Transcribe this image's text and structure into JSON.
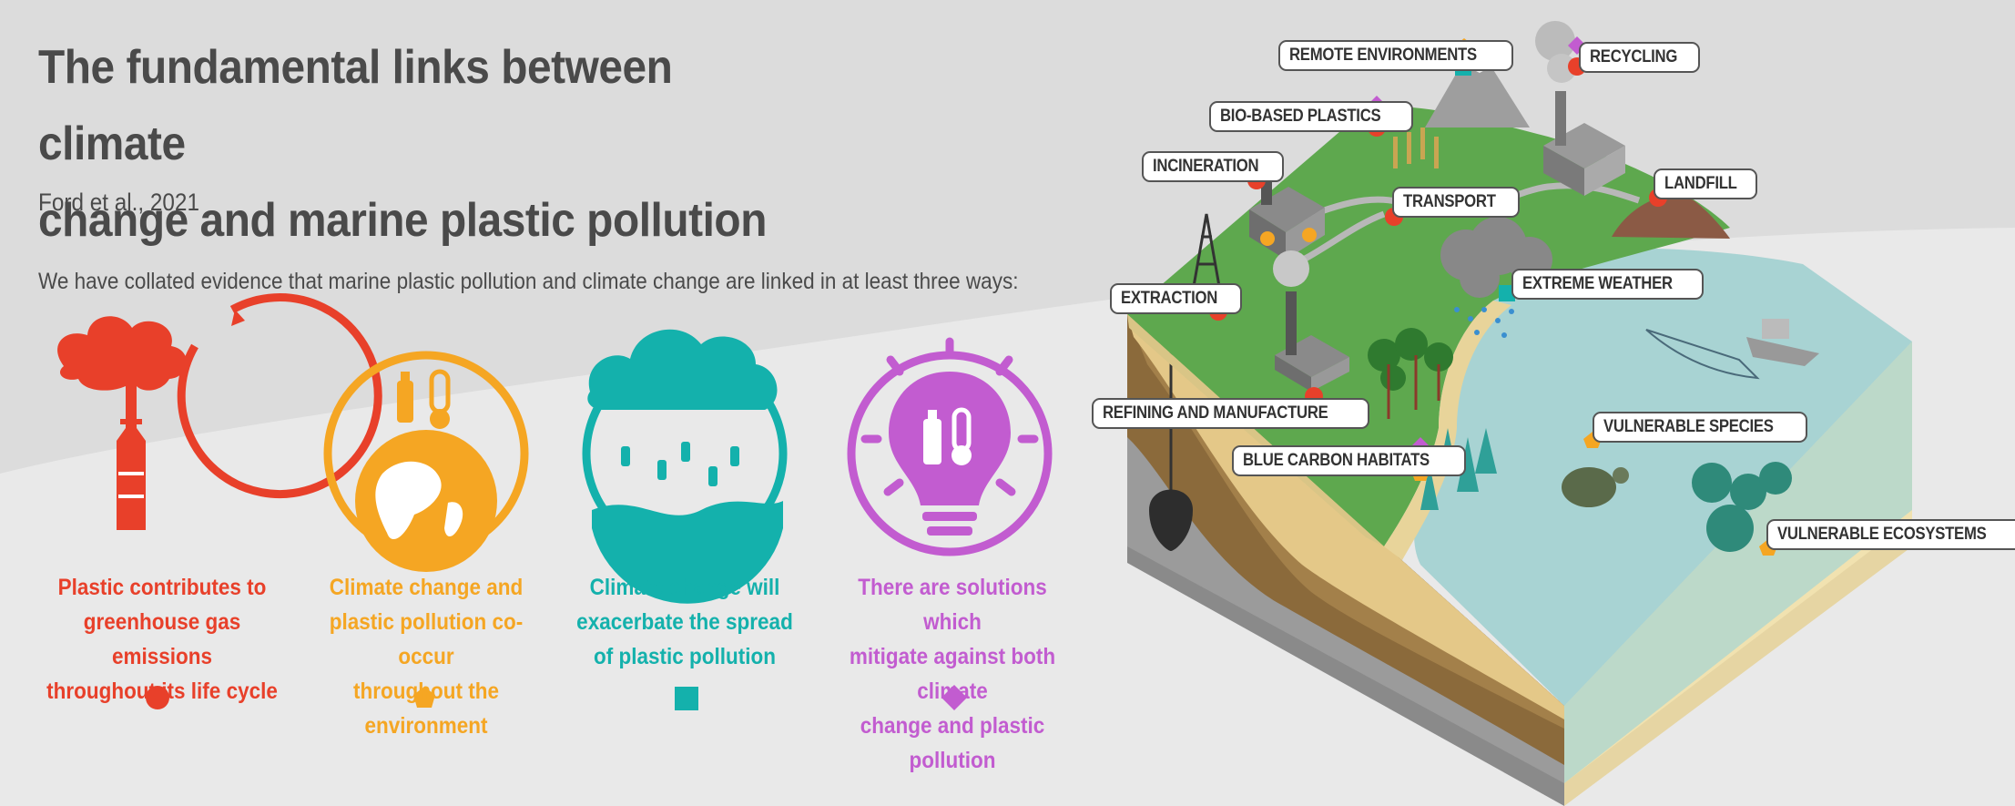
{
  "header": {
    "title_line1": "The fundamental links between climate",
    "title_line2": "change and marine plastic pollution",
    "citation": "Ford et al., 2021",
    "intro": "We have collated evidence that marine plastic pollution and climate change are linked in at least three ways:"
  },
  "links": [
    {
      "lines": [
        "Plastic contributes to",
        "greenhouse gas emissions",
        "throughout its life cycle"
      ],
      "color": "#e8402a",
      "marker": "circle"
    },
    {
      "lines": [
        "Climate change and",
        "plastic pollution co-occur",
        "throughout the environment"
      ],
      "color": "#f5a623",
      "marker": "pentagon"
    },
    {
      "lines": [
        "Climate change will",
        "exacerbate the spread",
        "of plastic pollution"
      ],
      "color": "#14b1ac",
      "marker": "square"
    },
    {
      "lines": [
        "There are solutions which",
        "mitigate against both climate",
        "change and plastic pollution"
      ],
      "color": "#c25cd0",
      "marker": "diamond"
    }
  ],
  "diagram_labels": {
    "remote_environments": "REMOTE ENVIRONMENTS",
    "recycling": "RECYCLING",
    "bio_based_plastics": "BIO-BASED PLASTICS",
    "incineration": "INCINERATION",
    "landfill": "LANDFILL",
    "transport": "TRANSPORT",
    "extraction": "EXTRACTION",
    "extreme_weather": "EXTREME WEATHER",
    "refining_and_manufacture": "REFINING AND MANUFACTURE",
    "vulnerable_species": "VULNERABLE SPECIES",
    "blue_carbon_habitats": "BLUE CARBON HABITATS",
    "vulnerable_ecosystems": "VULNERABLE ECOSYSTEMS"
  }
}
